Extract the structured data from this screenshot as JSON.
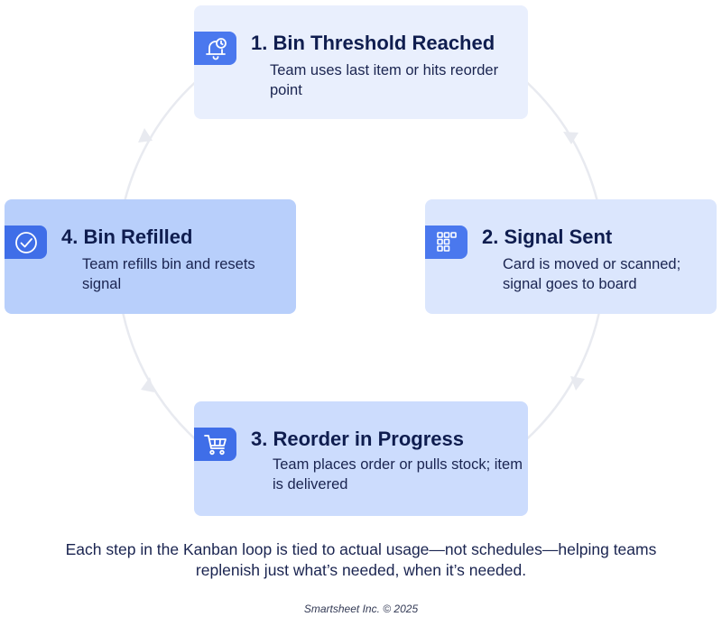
{
  "steps": [
    {
      "number": "1.",
      "title": "1. Bin Threshold Reached",
      "description": "Team uses last item or hits reorder point",
      "icon": "bell-clock-icon"
    },
    {
      "number": "2.",
      "title": "2. Signal Sent",
      "description": "Card is moved or scanned; signal goes to board",
      "icon": "board-grid-icon"
    },
    {
      "number": "3.",
      "title": "3. Reorder in Progress",
      "description": "Team places order or pulls stock; item is delivered",
      "icon": "cart-icon"
    },
    {
      "number": "4.",
      "title": "4. Bin Refilled",
      "description": "Team refills bin and resets signal",
      "icon": "check-circle-icon"
    }
  ],
  "caption": "Each step in the Kanban loop is tied to actual usage—not schedules—helping teams replenish just what’s needed, when it’s needed.",
  "footer": "Smartsheet Inc. © 2025",
  "colors": {
    "title": "#0f1d4f",
    "icon_tab": "#4a78ee",
    "card_1": "#e9effd",
    "card_2": "#dbe6fd",
    "card_3": "#ccdcfd",
    "card_4": "#b8cffb",
    "loop": "#e6e8ef"
  }
}
